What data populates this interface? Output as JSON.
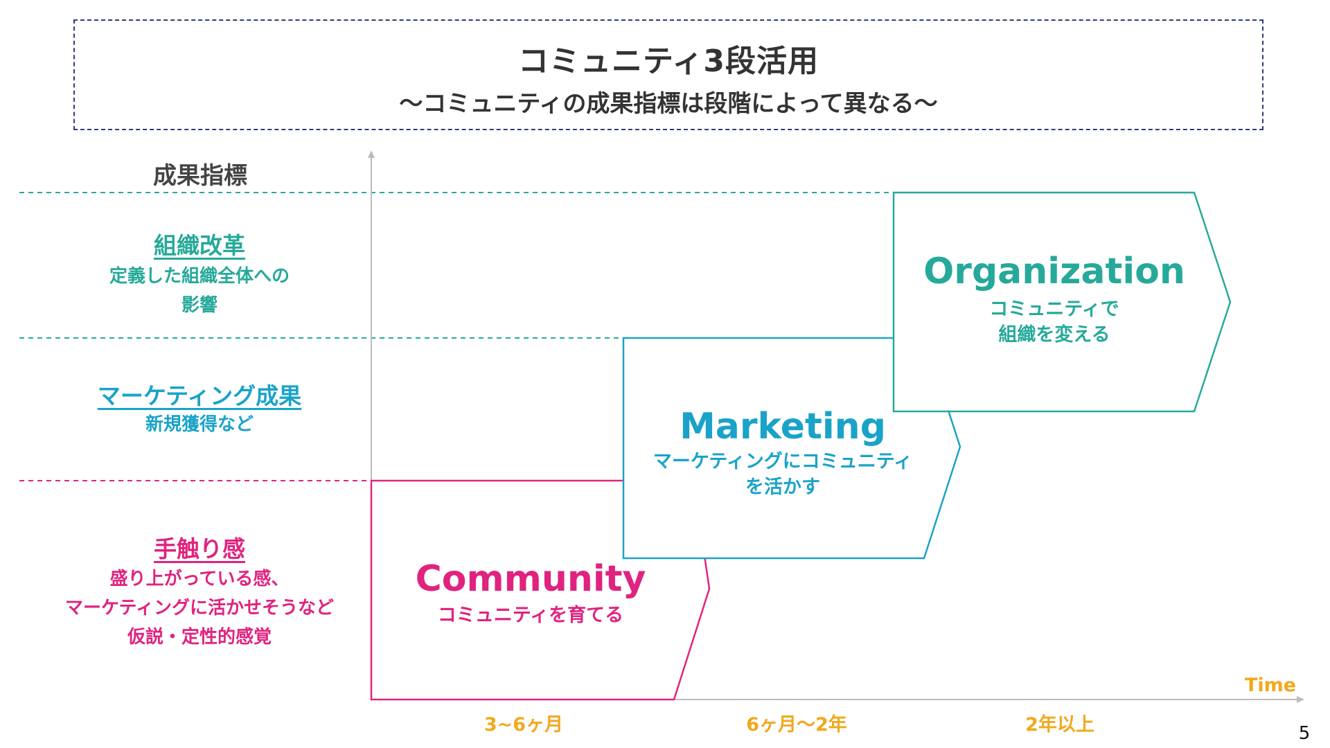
{
  "title": {
    "main": "コミュニティ3段活用",
    "sub": "〜コミュニティの成果指標は段階によって異なる〜"
  },
  "y_axis_label": "成果指標",
  "x_axis_label": "Time",
  "x_ticks": [
    "3~6ヶ月",
    "6ヶ月〜2年",
    "2年以上"
  ],
  "categories": [
    {
      "title": "組織改革",
      "desc": [
        "定義した組織全体への",
        "影響"
      ]
    },
    {
      "title": "マーケティング成果",
      "desc": [
        "新規獲得など"
      ]
    },
    {
      "title": "手触り感",
      "desc": [
        "盛り上がっている感、",
        "マーケティングに活かせそうなど",
        "仮説・定性的感覚"
      ]
    }
  ],
  "stages": [
    {
      "name": "Community",
      "desc": [
        "コミュニティを育てる"
      ]
    },
    {
      "name": "Marketing",
      "desc": [
        "マーケティングにコミュニティ",
        "を活かす"
      ]
    },
    {
      "name": "Organization",
      "desc": [
        "コミュニティで",
        "組織を変える"
      ]
    }
  ],
  "colors": {
    "organization": "#26a99a",
    "marketing": "#1aa3c8",
    "community": "#e0237f",
    "time": "#f2a81d",
    "axis": "#bbbbbb",
    "title_border": "#2f3a7a"
  },
  "page_number": "5"
}
